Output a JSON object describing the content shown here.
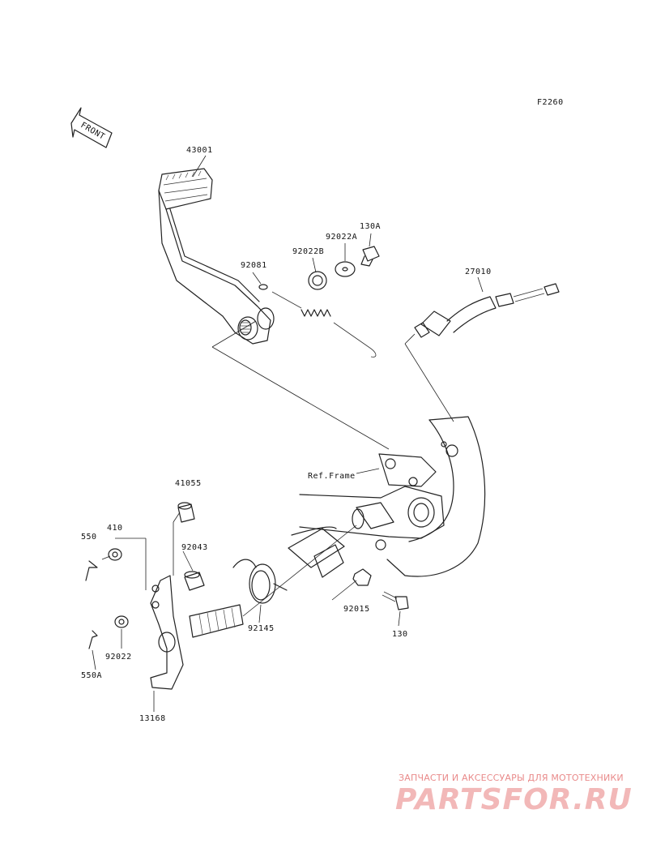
{
  "diagram_code": "F2260",
  "front_arrow_text": "FRONT",
  "labels": {
    "p43001": "43001",
    "p92081": "92081",
    "p92022B": "92022B",
    "p92022A": "92022A",
    "p130A": "130A",
    "p27010": "27010",
    "ref_frame": "Ref.Frame",
    "p41055": "41055",
    "p410": "410",
    "p550": "550",
    "p92043": "92043",
    "p92022": "92022",
    "p550A": "550A",
    "p92145": "92145",
    "p92015": "92015",
    "p130": "130",
    "p13168": "13168"
  },
  "watermark": {
    "caption": "ЗАПЧАСТИ И АКСЕССУАРЫ ДЛЯ МОТОТЕХНИКИ",
    "logo": "PARTSFOR.RU"
  }
}
